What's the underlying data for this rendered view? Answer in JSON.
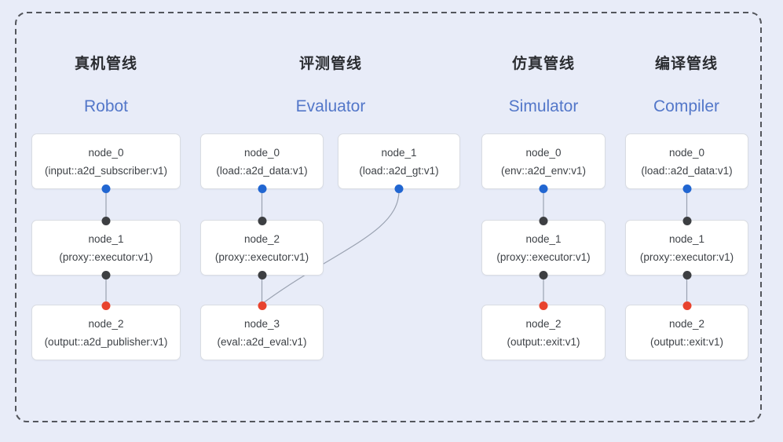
{
  "colors": {
    "background": "#e8ecf8",
    "frame_dash": "#53565c",
    "card_bg": "#ffffff",
    "card_border": "#d9dce2",
    "edge": "#9aa2b1",
    "title_cn": "#2b2d31",
    "title_en": "#5377c9",
    "node_text": "#3e4247",
    "port_source_blue": "#2166d1",
    "port_mid_black": "#3d3f42",
    "port_sink_red": "#e8432e"
  },
  "pipelines": [
    {
      "title_cn": "真机管线",
      "title_en": "Robot",
      "nodes": [
        {
          "name": "node_0",
          "type": "(input::a2d_subscriber:v1)"
        },
        {
          "name": "node_1",
          "type": "(proxy::executor:v1)"
        },
        {
          "name": "node_2",
          "type": "(output::a2d_publisher:v1)"
        }
      ]
    },
    {
      "title_cn": "评测管线",
      "title_en": "Evaluator",
      "nodes": [
        {
          "name": "node_0",
          "type": "(load::a2d_data:v1)"
        },
        {
          "name": "node_1",
          "type": "(load::a2d_gt:v1)"
        },
        {
          "name": "node_2",
          "type": "(proxy::executor:v1)"
        },
        {
          "name": "node_3",
          "type": "(eval::a2d_eval:v1)"
        }
      ]
    },
    {
      "title_cn": "仿真管线",
      "title_en": "Simulator",
      "nodes": [
        {
          "name": "node_0",
          "type": "(env::a2d_env:v1)"
        },
        {
          "name": "node_1",
          "type": "(proxy::executor:v1)"
        },
        {
          "name": "node_2",
          "type": "(output::exit:v1)"
        }
      ]
    },
    {
      "title_cn": "编译管线",
      "title_en": "Compiler",
      "nodes": [
        {
          "name": "node_0",
          "type": "(load::a2d_data:v1)"
        },
        {
          "name": "node_1",
          "type": "(proxy::executor:v1)"
        },
        {
          "name": "node_2",
          "type": "(output::exit:v1)"
        }
      ]
    }
  ]
}
